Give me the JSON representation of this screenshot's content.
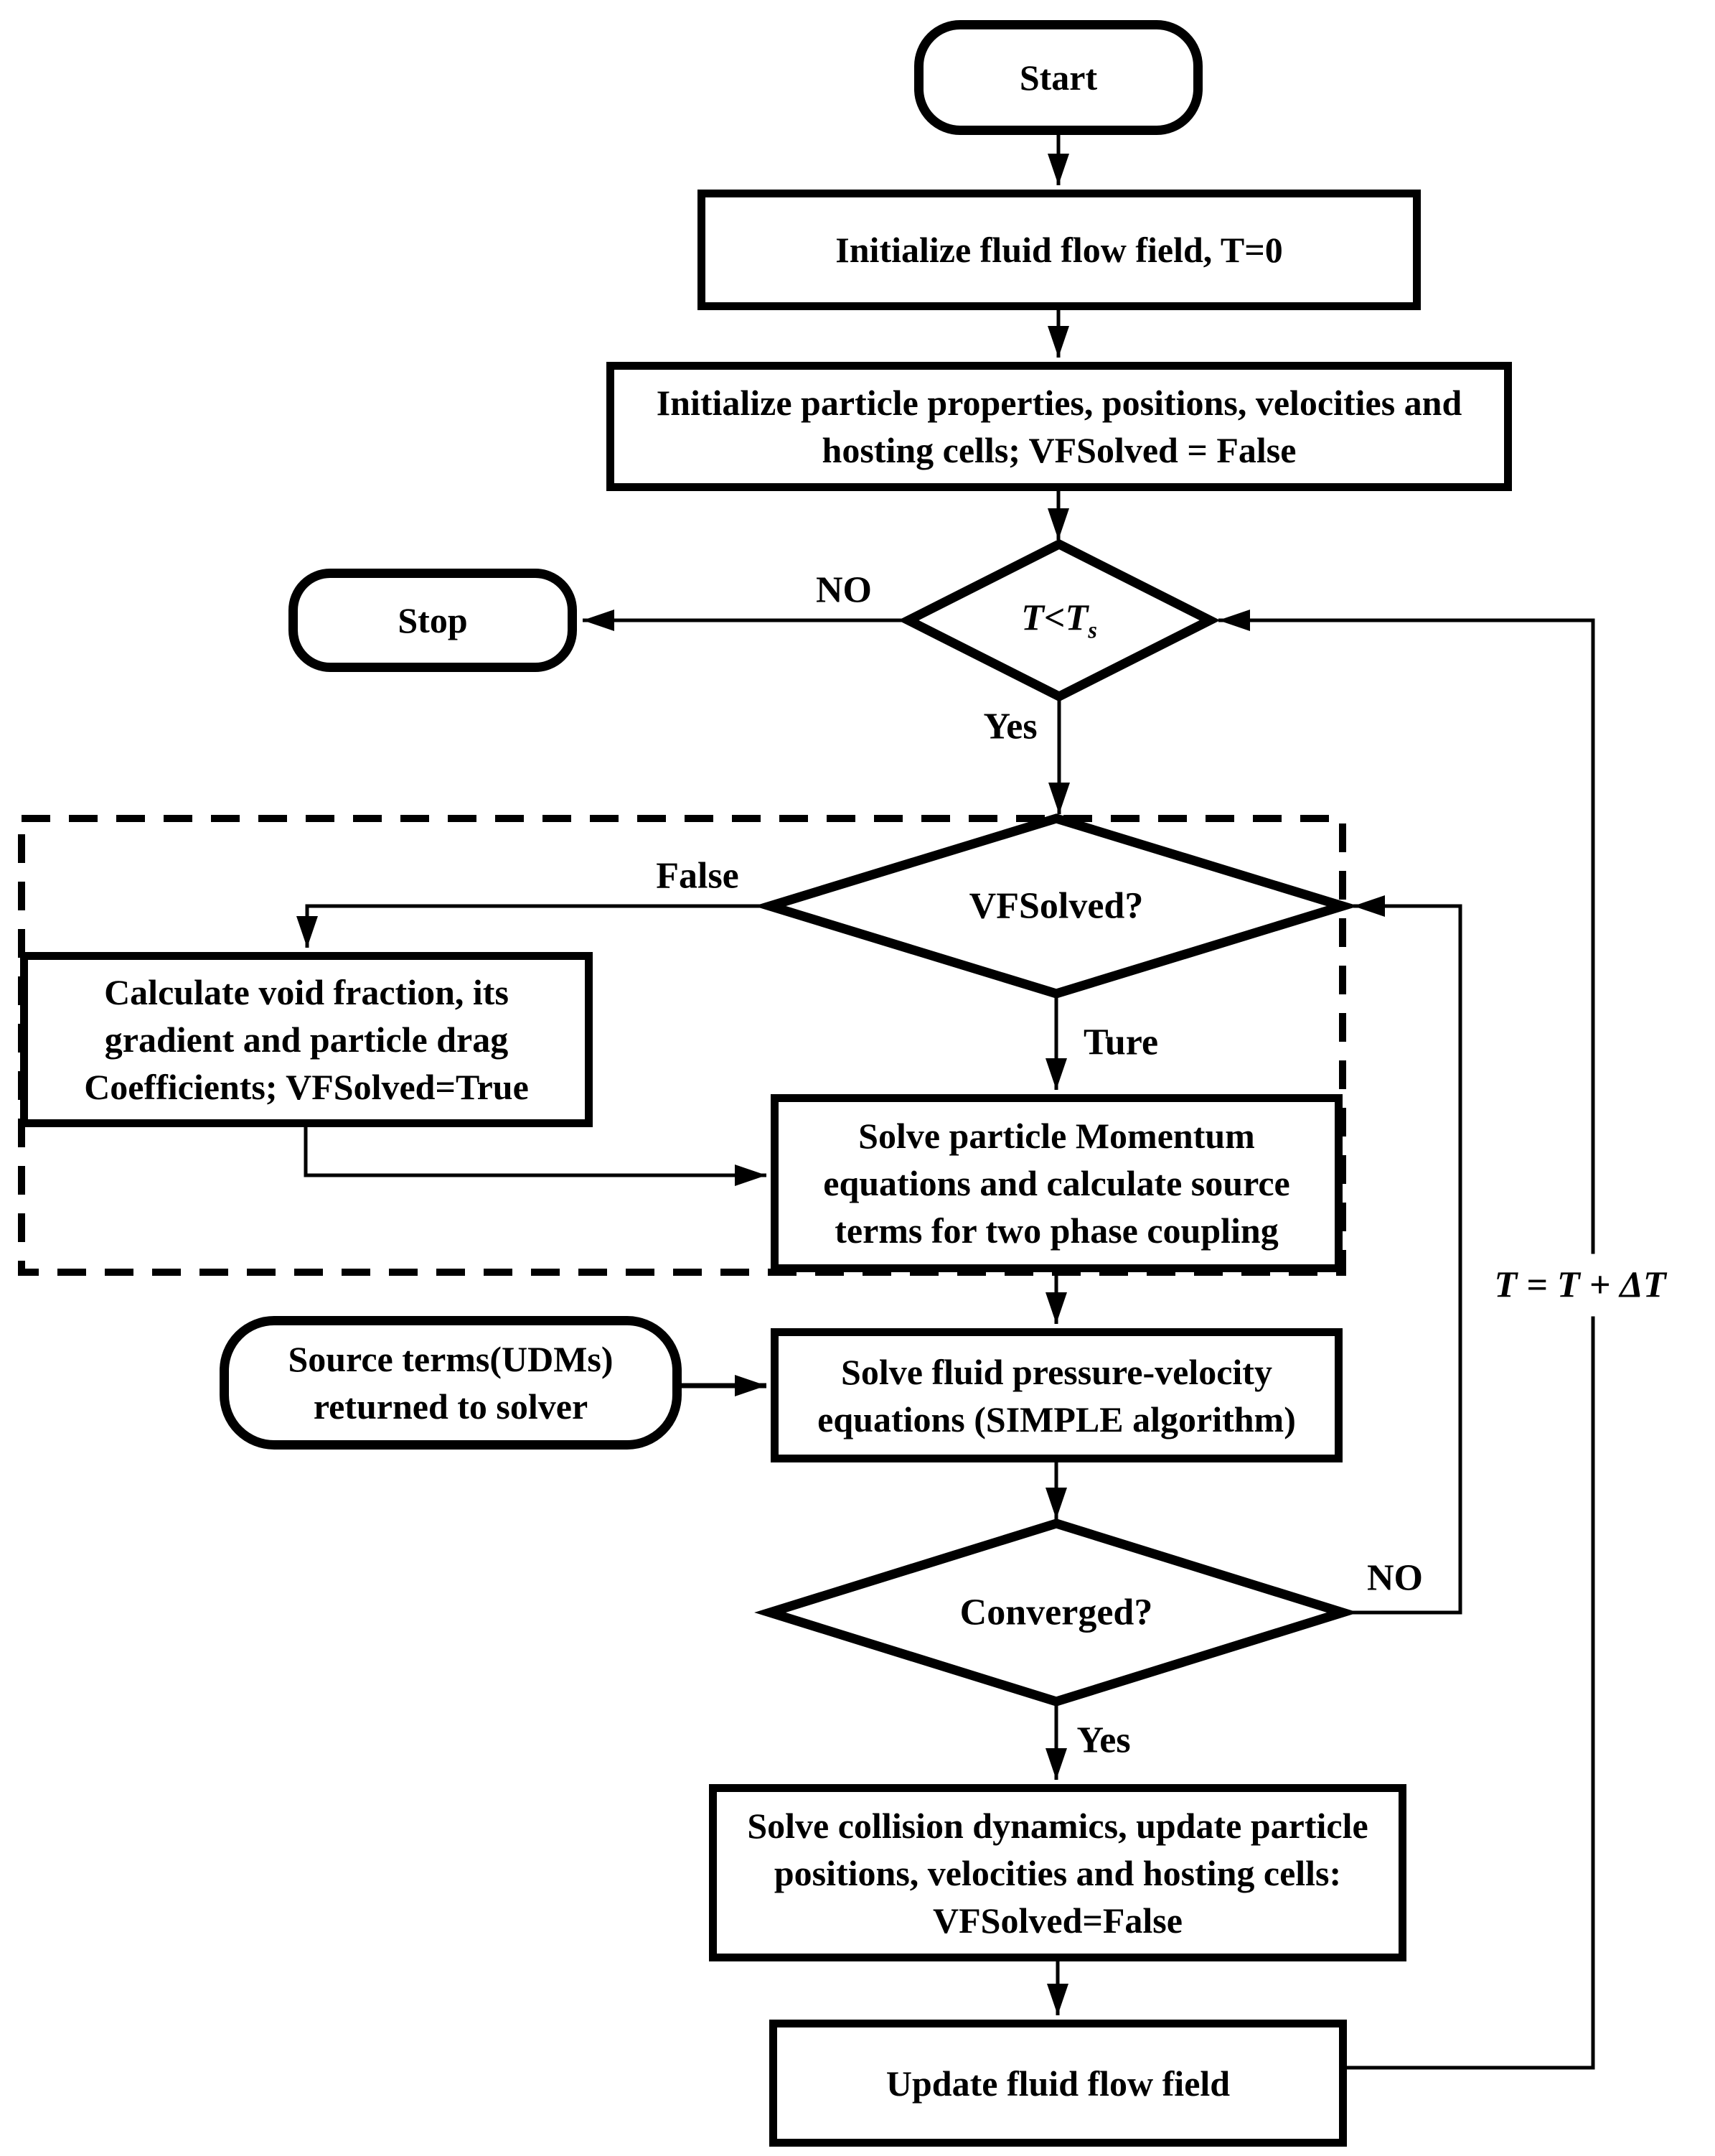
{
  "figure": {
    "background_color": "#ffffff",
    "line_color": "#000000"
  },
  "nodes": {
    "start": {
      "label": "Start"
    },
    "init_fluid": {
      "label": "Initialize fluid flow field, T=0"
    },
    "init_particles": {
      "label": "Initialize particle properties, positions, velocities and hosting cells;  VFSolved = False"
    },
    "time_check": {
      "label_main": "T<T",
      "label_sub": "s"
    },
    "stop": {
      "label": "Stop"
    },
    "vfsolved_check": {
      "label": "VFSolved?"
    },
    "calc_void_fraction": {
      "label": "Calculate void fraction, its gradient and particle drag Coefficients; VFSolved=True"
    },
    "solve_particle_momentum": {
      "label": "Solve particle Momentum equations and calculate source terms for two phase coupling"
    },
    "source_terms": {
      "label": "Source terms(UDMs) returned to solver"
    },
    "solve_fluid": {
      "label": "Solve fluid pressure-velocity equations (SIMPLE algorithm)"
    },
    "converged_check": {
      "label": "Converged?"
    },
    "solve_collision": {
      "label": "Solve collision dynamics, update particle positions, velocities and hosting cells: VFSolved=False"
    },
    "update_fluid": {
      "label": "Update fluid flow field"
    }
  },
  "edge_labels": {
    "time_no": "NO",
    "time_yes": "Yes",
    "vfsolved_false": "False",
    "vfsolved_true": "Ture",
    "converged_no": "NO",
    "converged_yes": "Yes",
    "time_increment": "T = T + ΔT"
  }
}
